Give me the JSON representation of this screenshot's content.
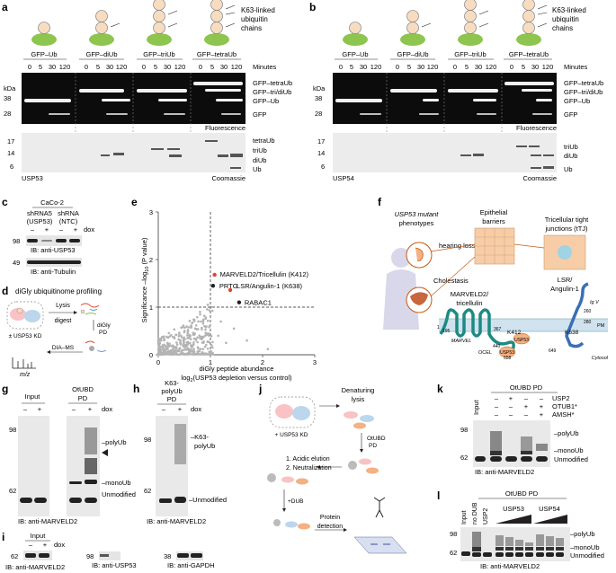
{
  "panels": {
    "a": "a",
    "b": "b",
    "c": "c",
    "d": "d",
    "e": "e",
    "f": "f",
    "g": "g",
    "h": "h",
    "i": "i",
    "j": "j",
    "k": "k",
    "l": "l"
  },
  "gel_common": {
    "substrates": [
      "GFP–Ub",
      "GFP–diUb",
      "GFP–triUb",
      "GFP–tetraUb"
    ],
    "timepoints": [
      "0",
      "5",
      "30",
      "120"
    ],
    "minutes": "Minutes",
    "kda": "kDa",
    "chains_label_1": "K63-linked",
    "chains_label_2": "ubiquitin",
    "chains_label_3": "chains",
    "fluor_mw": [
      "38",
      "28"
    ],
    "fluor_bands": [
      "GFP–tetraUb",
      "GFP–tri/diUb",
      "GFP–Ub",
      "GFP"
    ],
    "fluorescence": "Fluorescence",
    "coomassie": "Coomassie"
  },
  "gel_a": {
    "enzyme": "USP53",
    "coom_mw": [
      "17",
      "14",
      "6"
    ],
    "coom_bands": [
      "tetraUb",
      "triUb",
      "diUb",
      "Ub"
    ]
  },
  "gel_b": {
    "enzyme": "USP54",
    "coom_mw": [
      "17",
      "14",
      "6"
    ],
    "coom_bands": [
      "triUb",
      "diUb",
      "Ub"
    ]
  },
  "panel_c": {
    "cell_line": "CaCo-2",
    "shrna1_a": "shRNA5",
    "shrna1_b": "(USP53)",
    "shrna2_a": "shRNA",
    "shrna2_b": "(NTC)",
    "dox_signs": [
      "–",
      "+",
      "–",
      "+"
    ],
    "dox": "dox",
    "mw": [
      "98",
      "49"
    ],
    "ib1": "IB: anti-USP53",
    "ib2": "IB: anti-Tubulin"
  },
  "panel_d": {
    "title": "diGly ubiquitinome profiling",
    "lysis": "Lysis",
    "digest": "digest",
    "kd": "± USP53 KD",
    "pd1": "diGly",
    "pd2": "PD",
    "ms": "DIA–MS",
    "mz": "m/z"
  },
  "panel_e": {
    "ylabel_1": "Significance –log",
    "ylabel_sub": "10",
    "ylabel_2": " (P value)",
    "xlabel_1": "diGly peptide abundance",
    "xlabel_2": "log",
    "xlabel_sub": "2",
    "xlabel_3": "(USP53 depletion versus control)",
    "labels": [
      "MARVELD2/Tricellulin (K412)",
      "PRTG",
      "LSR/Angulin-1 (K638)",
      "RABAC1"
    ]
  },
  "chart_data": {
    "type": "scatter",
    "xlabel": "diGly peptide abundance log2(USP53 depletion versus control)",
    "ylabel": "Significance –log10 (P value)",
    "xlim": [
      0,
      3
    ],
    "ylim": [
      0,
      3
    ],
    "xticks": [
      "0",
      "1",
      "2",
      "3"
    ],
    "yticks": [
      "0",
      "1",
      "2",
      "3"
    ],
    "thresholds": {
      "x": 1.0,
      "y": 1.0
    },
    "highlighted": [
      {
        "name": "MARVELD2/Tricellulin (K412)",
        "x": 1.08,
        "y": 1.68,
        "color": "#e8412c"
      },
      {
        "name": "PRTG",
        "x": 1.05,
        "y": 1.45,
        "color": "#231f20"
      },
      {
        "name": "LSR/Angulin-1 (K638)",
        "x": 1.38,
        "y": 1.36,
        "color": "#e8412c"
      },
      {
        "name": "RABAC1",
        "x": 1.55,
        "y": 1.1,
        "color": "#231f20"
      }
    ],
    "background_color": "#b3b3b3"
  },
  "panel_f": {
    "phenotypes_1": "USP53 mutant",
    "phenotypes_2": "phenotypes",
    "hearing": "hearing loss",
    "cholestasis": "Cholestasis",
    "barriers_1": "Epithelial",
    "barriers_2": "barriers",
    "ttj_1": "Tricellular tight",
    "ttj_2": "junctions (tTJ)",
    "marveld_1": "MARVELD2/",
    "marveld_2": "tricellulin",
    "lsr_1": "LSR/",
    "lsr_2": "Angulin-1",
    "marvel": "MARVEL",
    "ocel": "OCEL",
    "usp53": "USP53",
    "k412": "K412",
    "k638": "K638",
    "igv": "Ig V",
    "pm": "PM",
    "cytosol": "Cytosol",
    "nums": [
      "1",
      "195",
      "367",
      "440",
      "558",
      "260",
      "280",
      "649"
    ]
  },
  "panel_g": {
    "input": "Input",
    "otubd_1": "OtUBD",
    "otubd_2": "PD",
    "signs": [
      "–",
      "+",
      "–",
      "+"
    ],
    "dox": "dox",
    "mw": [
      "98",
      "62"
    ],
    "bands": [
      "–polyUb",
      "–monoUb",
      "Unmodified"
    ],
    "ib": "IB: anti-MARVELD2"
  },
  "panel_h": {
    "title_1": "K63-",
    "title_2": "polyUb",
    "title_3": "PD",
    "signs": [
      "–",
      "+"
    ],
    "dox": "dox",
    "mw": [
      "98",
      "62"
    ],
    "bands_1": "–K63-",
    "bands_2": "polyUb",
    "unmod": "–Unmodified",
    "ib": "IB: anti-MARVELD2"
  },
  "panel_i": {
    "input": "Input",
    "signs": [
      "–",
      "+"
    ],
    "dox": "dox",
    "mw1": "62",
    "mw2": "98",
    "mw3": "38",
    "ib1": "IB: anti-MARVELD2",
    "ib2": "IB: anti-USP53",
    "ib3": "IB: anti-GAPDH"
  },
  "panel_j": {
    "denat_1": "Denaturing",
    "denat_2": "lysis",
    "kd": "+ USP53 KD",
    "pd_1": "OtUBD",
    "pd_2": "PD",
    "step1": "1. Acidic elution",
    "step2": "2. Neutralization",
    "dub": "+DUB",
    "detect_1": "Protein",
    "detect_2": "detection"
  },
  "panel_k": {
    "header": "OtUBD PD",
    "input": "Input",
    "rows": [
      "USP2",
      "OTUB1*",
      "AMSH*"
    ],
    "row_signs": [
      [
        "–",
        "+",
        "–",
        "–"
      ],
      [
        "–",
        "–",
        "+",
        "+"
      ],
      [
        "–",
        "–",
        "–",
        "+"
      ]
    ],
    "mw": [
      "98",
      "62"
    ],
    "bands": [
      "–polyUb",
      "–monoUb",
      "Unmodified"
    ],
    "ib": "IB: anti-MARVELD2"
  },
  "panel_l": {
    "header": "OtUBD PD",
    "input": "Input",
    "nodub": "no DUB",
    "usp2": "USP2",
    "usp53": "USP53",
    "usp54": "USP54",
    "mw": [
      "98",
      "62"
    ],
    "bands": [
      "–polyUb",
      "–monoUb",
      "Unmodified"
    ],
    "ib": "IB: anti-MARVELD2"
  }
}
